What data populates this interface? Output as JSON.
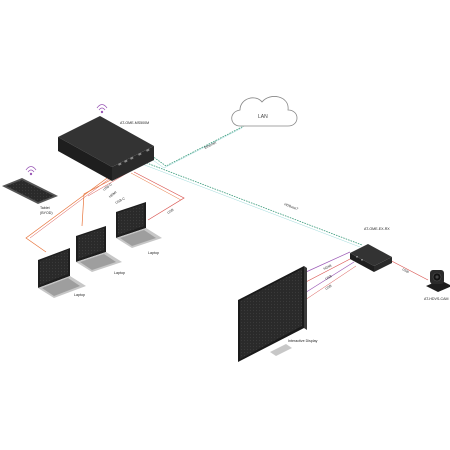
{
  "devices": {
    "switcher": {
      "label": "AT-OME-MS500M"
    },
    "receiver": {
      "label": "AT-OME-EX-RX"
    },
    "camera": {
      "label": "AT-HDVS-CAM"
    },
    "tablet": {
      "label_line1": "Tablet",
      "label_line2": "(BYOD)"
    },
    "laptop_front": {
      "label": "Laptop"
    },
    "laptop_mid": {
      "label": "Laptop"
    },
    "laptop_back": {
      "label": "Laptop"
    },
    "display": {
      "label": "Interactive Display"
    },
    "cloud": {
      "label": "LAN"
    }
  },
  "connections": {
    "lan": {
      "label": "Ethernet"
    },
    "hdbaset": {
      "label": "HDBaseT"
    },
    "usb_c_a": {
      "label": "USB-C"
    },
    "usb_c_b": {
      "label": "HDMI"
    },
    "usb_c_c": {
      "label": "USB-C"
    },
    "usb_laptop_back": {
      "label": "USB"
    },
    "rx_hdmi": {
      "label": "HDMI"
    },
    "rx_usb": {
      "label": "USB"
    },
    "rx_touch": {
      "label": "USB"
    },
    "rx_cam": {
      "label": "USB"
    }
  },
  "colors": {
    "ethernet": "#3a9a7a",
    "usb_c": "#e8743b",
    "hdmi": "#9b59b6",
    "usb": "#d9534f",
    "device_dark": "#2b2b2b",
    "wifi": "#9b59b6"
  }
}
